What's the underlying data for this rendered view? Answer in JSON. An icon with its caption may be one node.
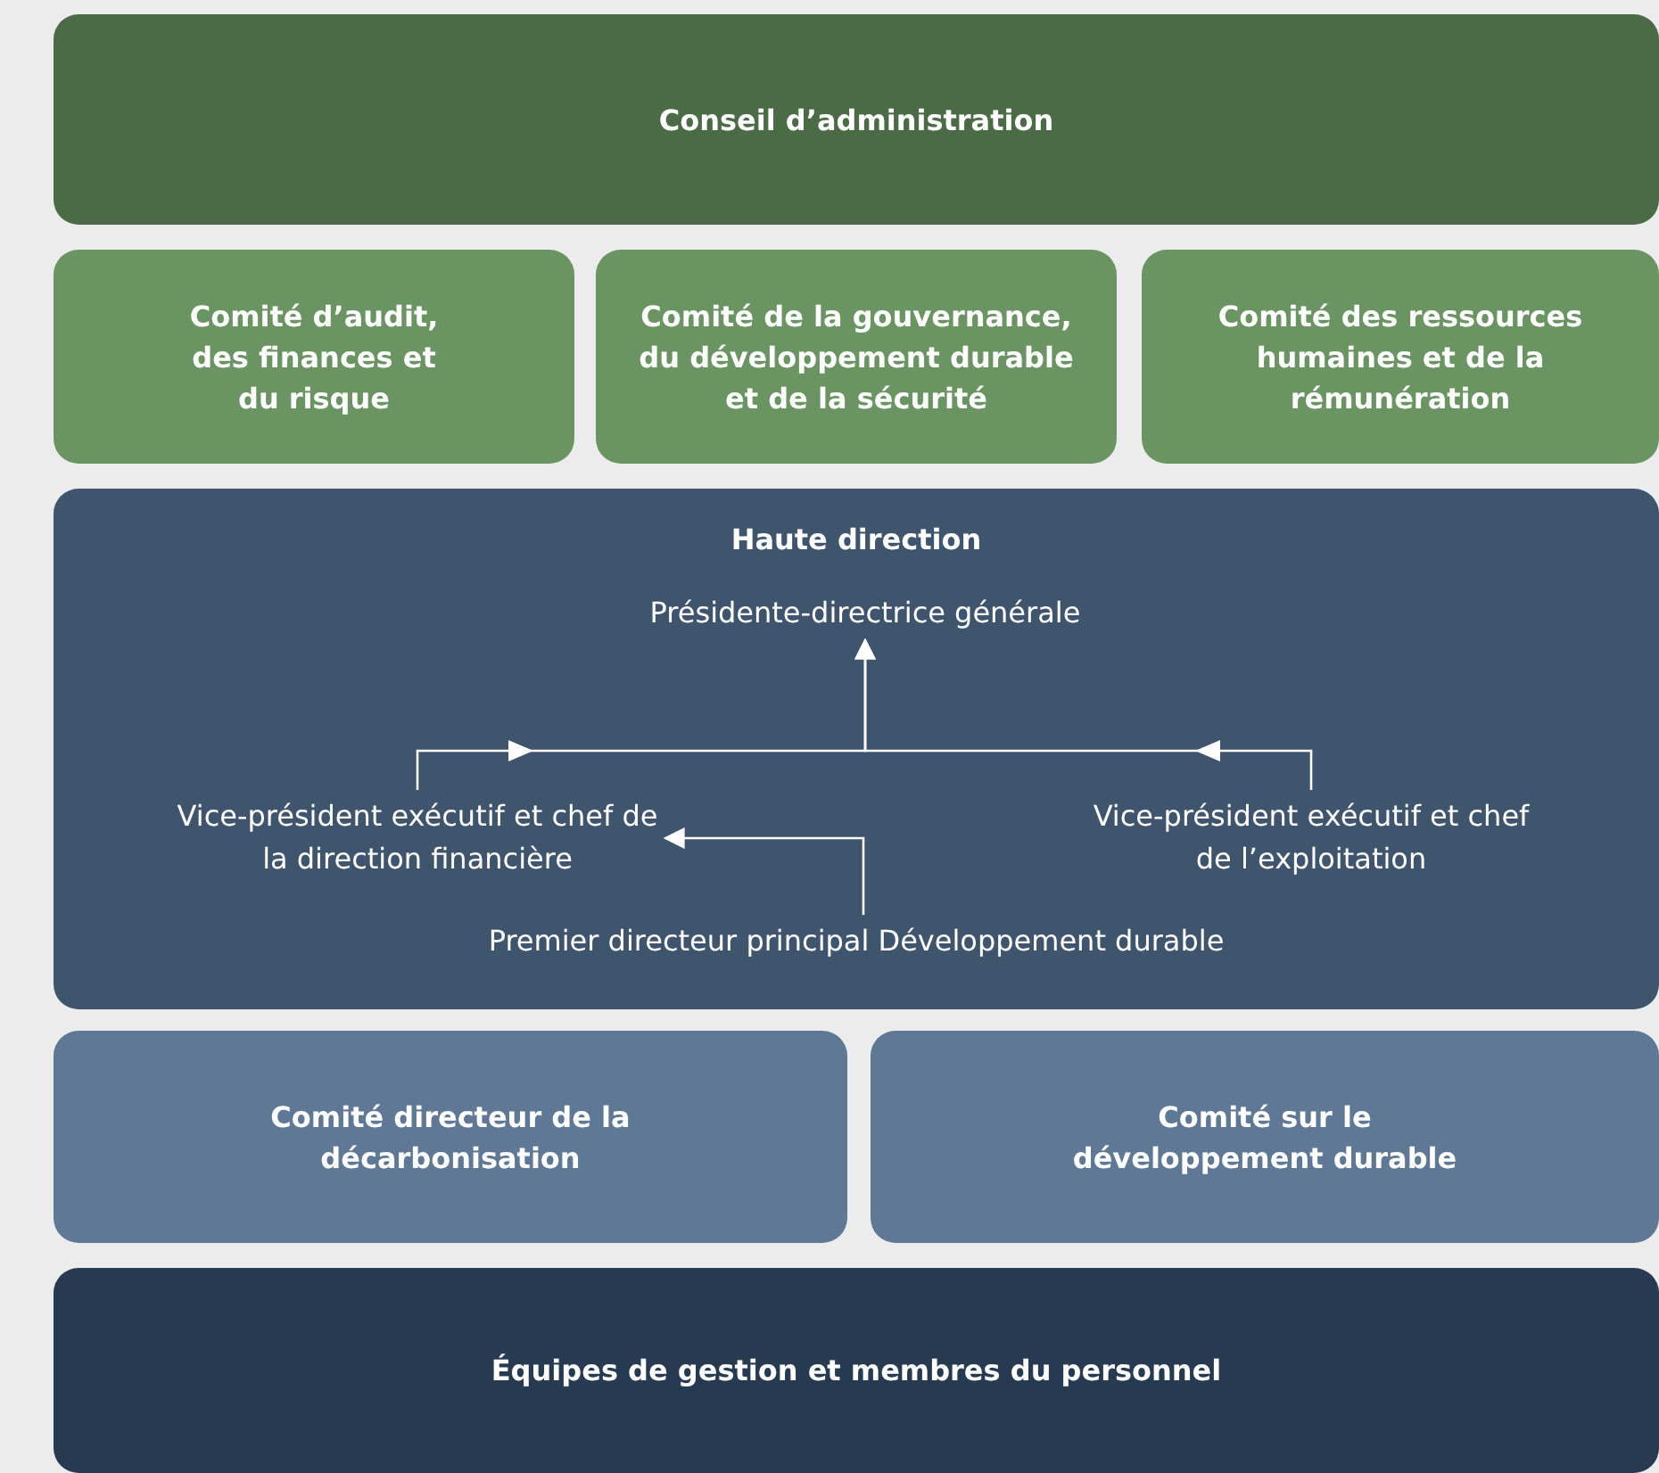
{
  "diagram": {
    "nodes": [
      {
        "text": [
          "Conseil d’administration"
        ]
      },
      {
        "text": [
          "Comité d’audit, des finances et du risque"
        ]
      },
      {
        "text": [
          "Comité de la gouvernance, du développement durable et de la sécurité"
        ]
      },
      {
        "text": [
          "Comité des ressources humaines et de la rémunération"
        ]
      },
      {
        "text": [
          "Haute direction"
        ]
      },
      {
        "text": [
          "Présidente-directrice générale"
        ],
        "in": 4
      },
      {
        "text": [
          "Vice-président exécutif et chef de la direction financière"
        ],
        "in": 4
      },
      {
        "text": [
          "Vice-président exécutif et chef de l’exploitation"
        ],
        "in": 4
      },
      {
        "text": [
          "Premier directeur principal Développement durable"
        ],
        "in": 4
      },
      {
        "text": [
          "Comité directeur de la décarbonisation"
        ]
      },
      {
        "text": [
          "Comité sur le développement durable"
        ]
      },
      {
        "text": [
          "Équipes de gestion et membres du personnel"
        ]
      }
    ],
    "edges": [
      {
        "from": 6,
        "to": 5,
        "arrow": "to"
      },
      {
        "from": 7,
        "to": 5,
        "arrow": "to"
      },
      {
        "from": 8,
        "to": 6,
        "arrow": "to"
      }
    ]
  }
}
